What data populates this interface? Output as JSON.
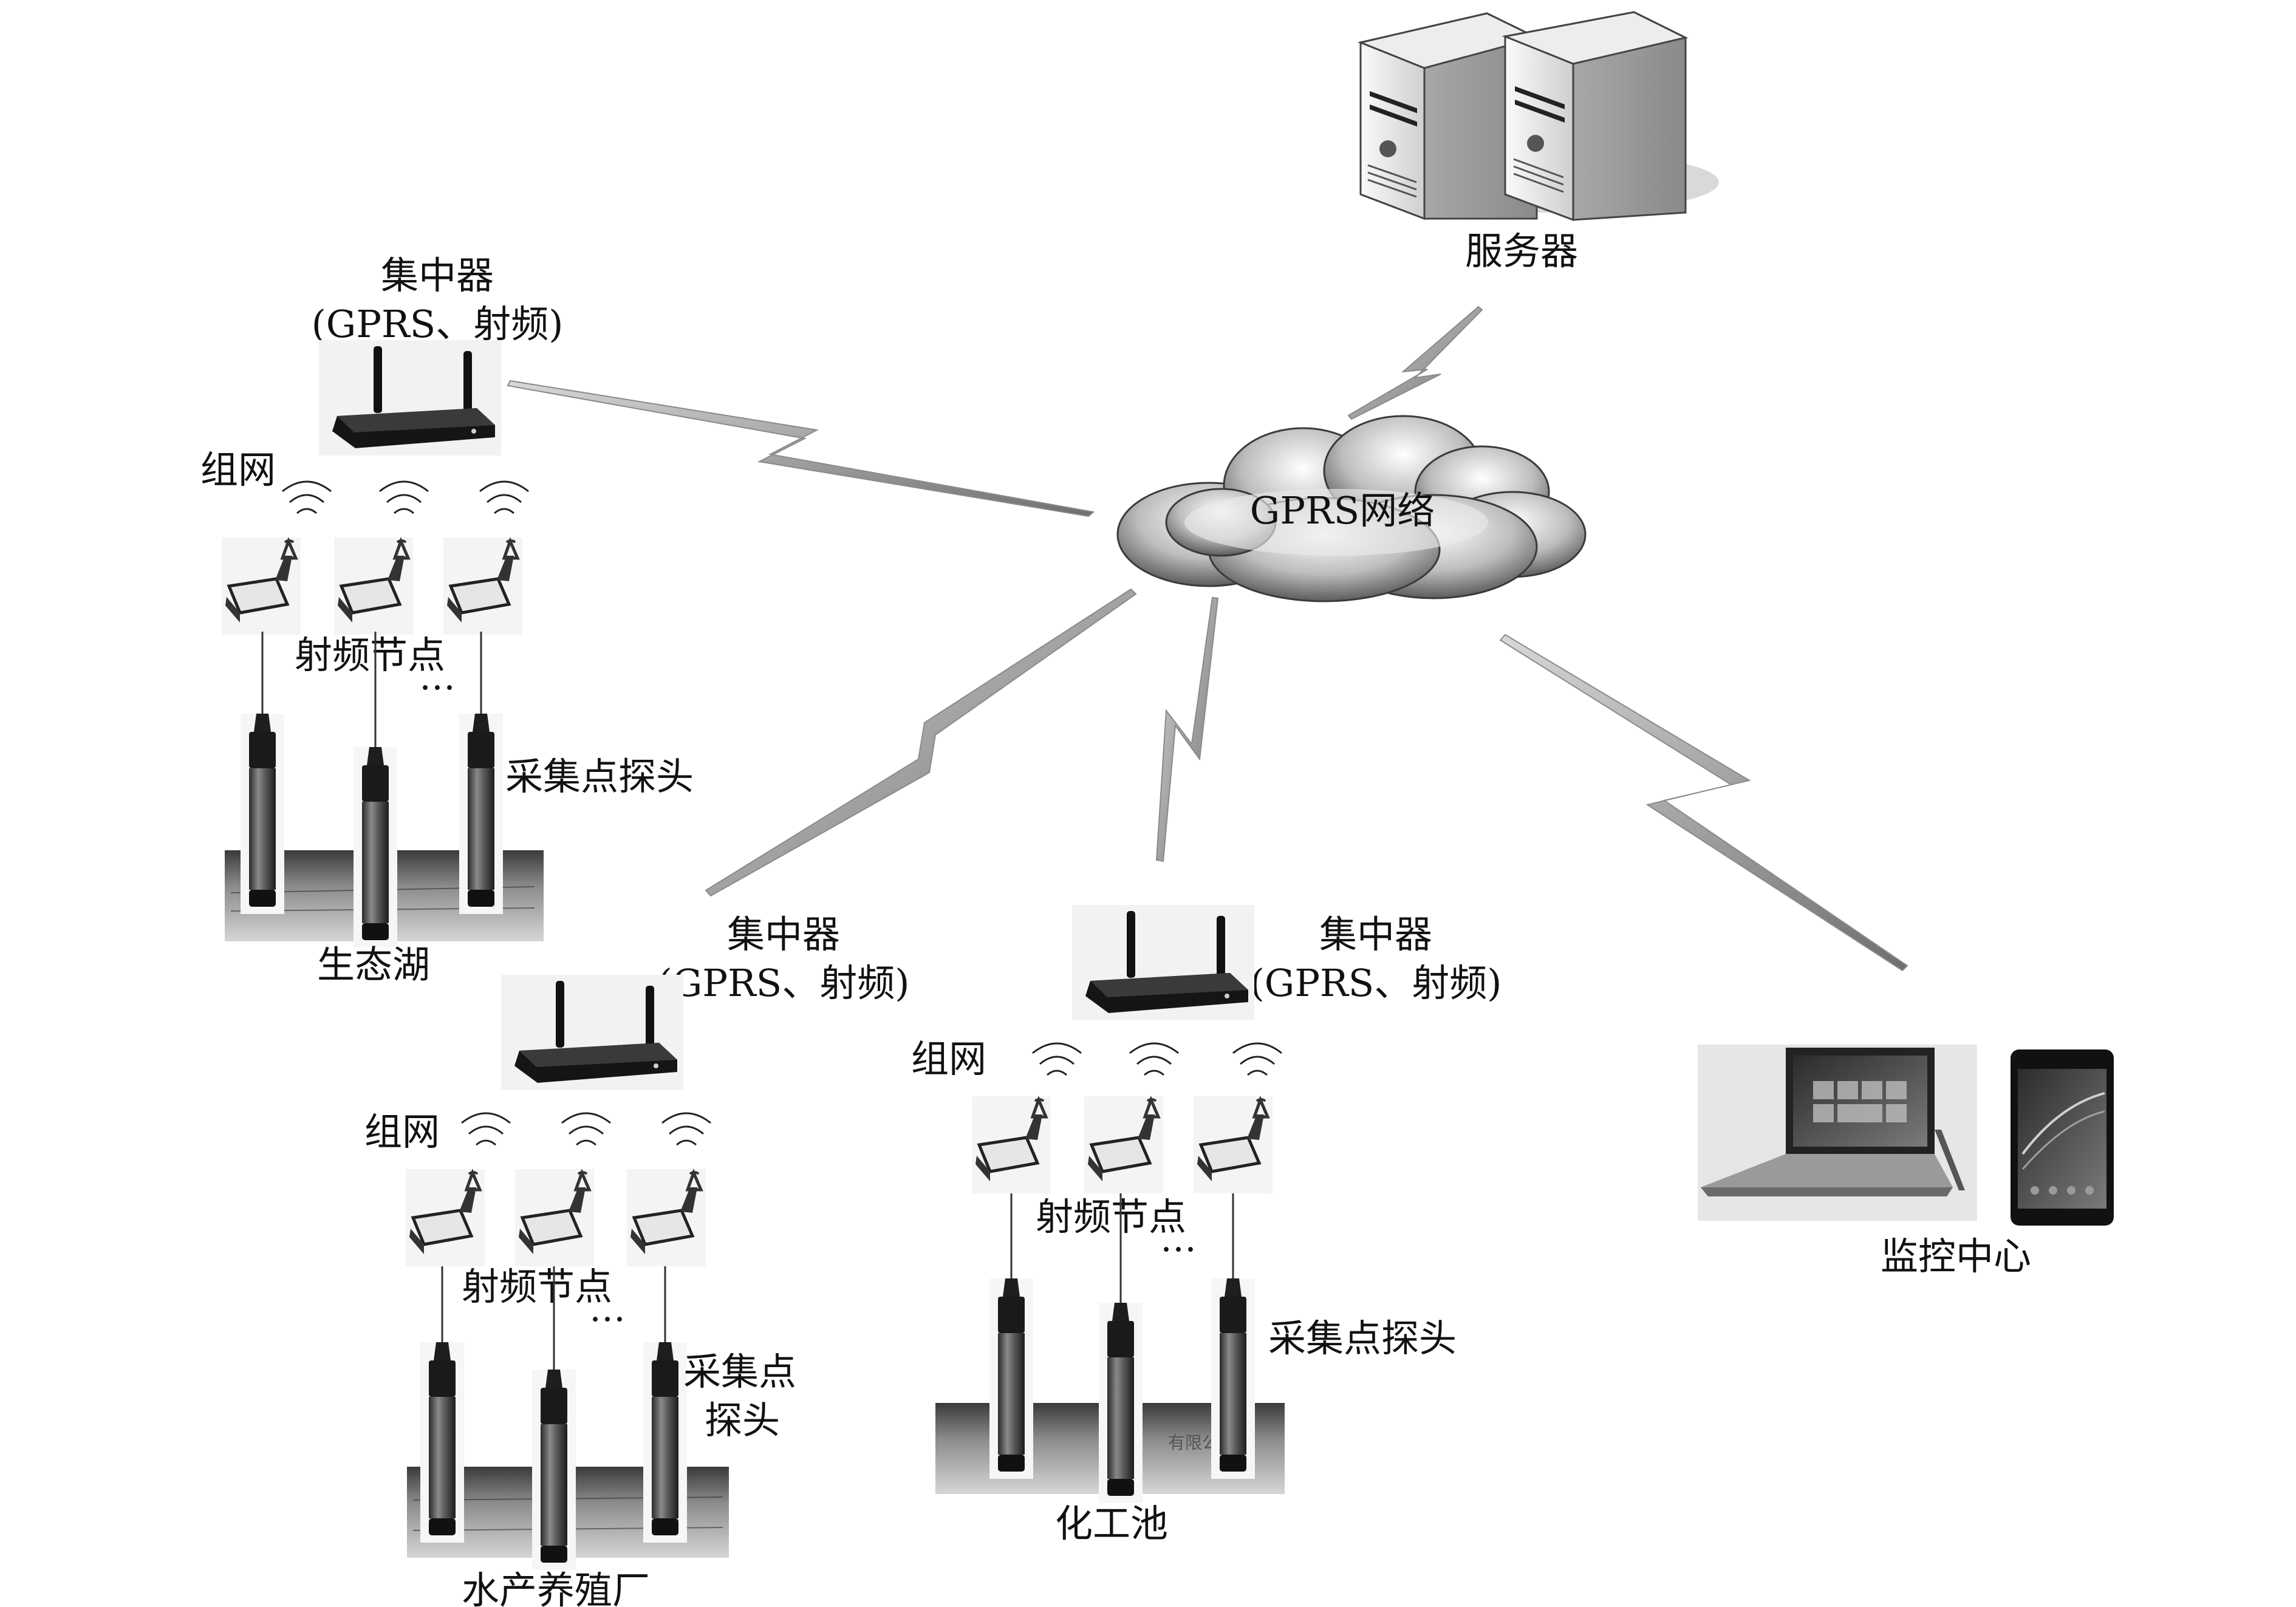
{
  "server": {
    "label": "服务器",
    "icon": "server-icon"
  },
  "network": {
    "label": "GPRS网络",
    "icon": "cloud-icon"
  },
  "monitor": {
    "label": "监控中心",
    "icons": [
      "tablet-icon",
      "smartphone-icon"
    ]
  },
  "sites": [
    {
      "id": "eco-lake",
      "site_label": "生态湖",
      "concentrator_label": "集中器",
      "concentrator_sub": "(GPRS、射频)",
      "network_label": "组网",
      "node_label": "射频节点",
      "node_more": "…",
      "probe_label_1": "采集点探头",
      "probe_label_2": ""
    },
    {
      "id": "aquaculture",
      "site_label": "水产养殖厂",
      "concentrator_label": "集中器",
      "concentrator_sub": "(GPRS、射频)",
      "network_label": "组网",
      "node_label": "射频节点",
      "node_more": "…",
      "probe_label_1": "采集点",
      "probe_label_2": "探头"
    },
    {
      "id": "chemical-pool",
      "site_label": "化工池",
      "concentrator_label": "集中器",
      "concentrator_sub": "(GPRS、射频)",
      "network_label": "组网",
      "node_label": "射频节点",
      "node_more": "…",
      "probe_label_1": "采集点探头",
      "probe_label_2": "",
      "photo_sign": "有限公"
    }
  ]
}
